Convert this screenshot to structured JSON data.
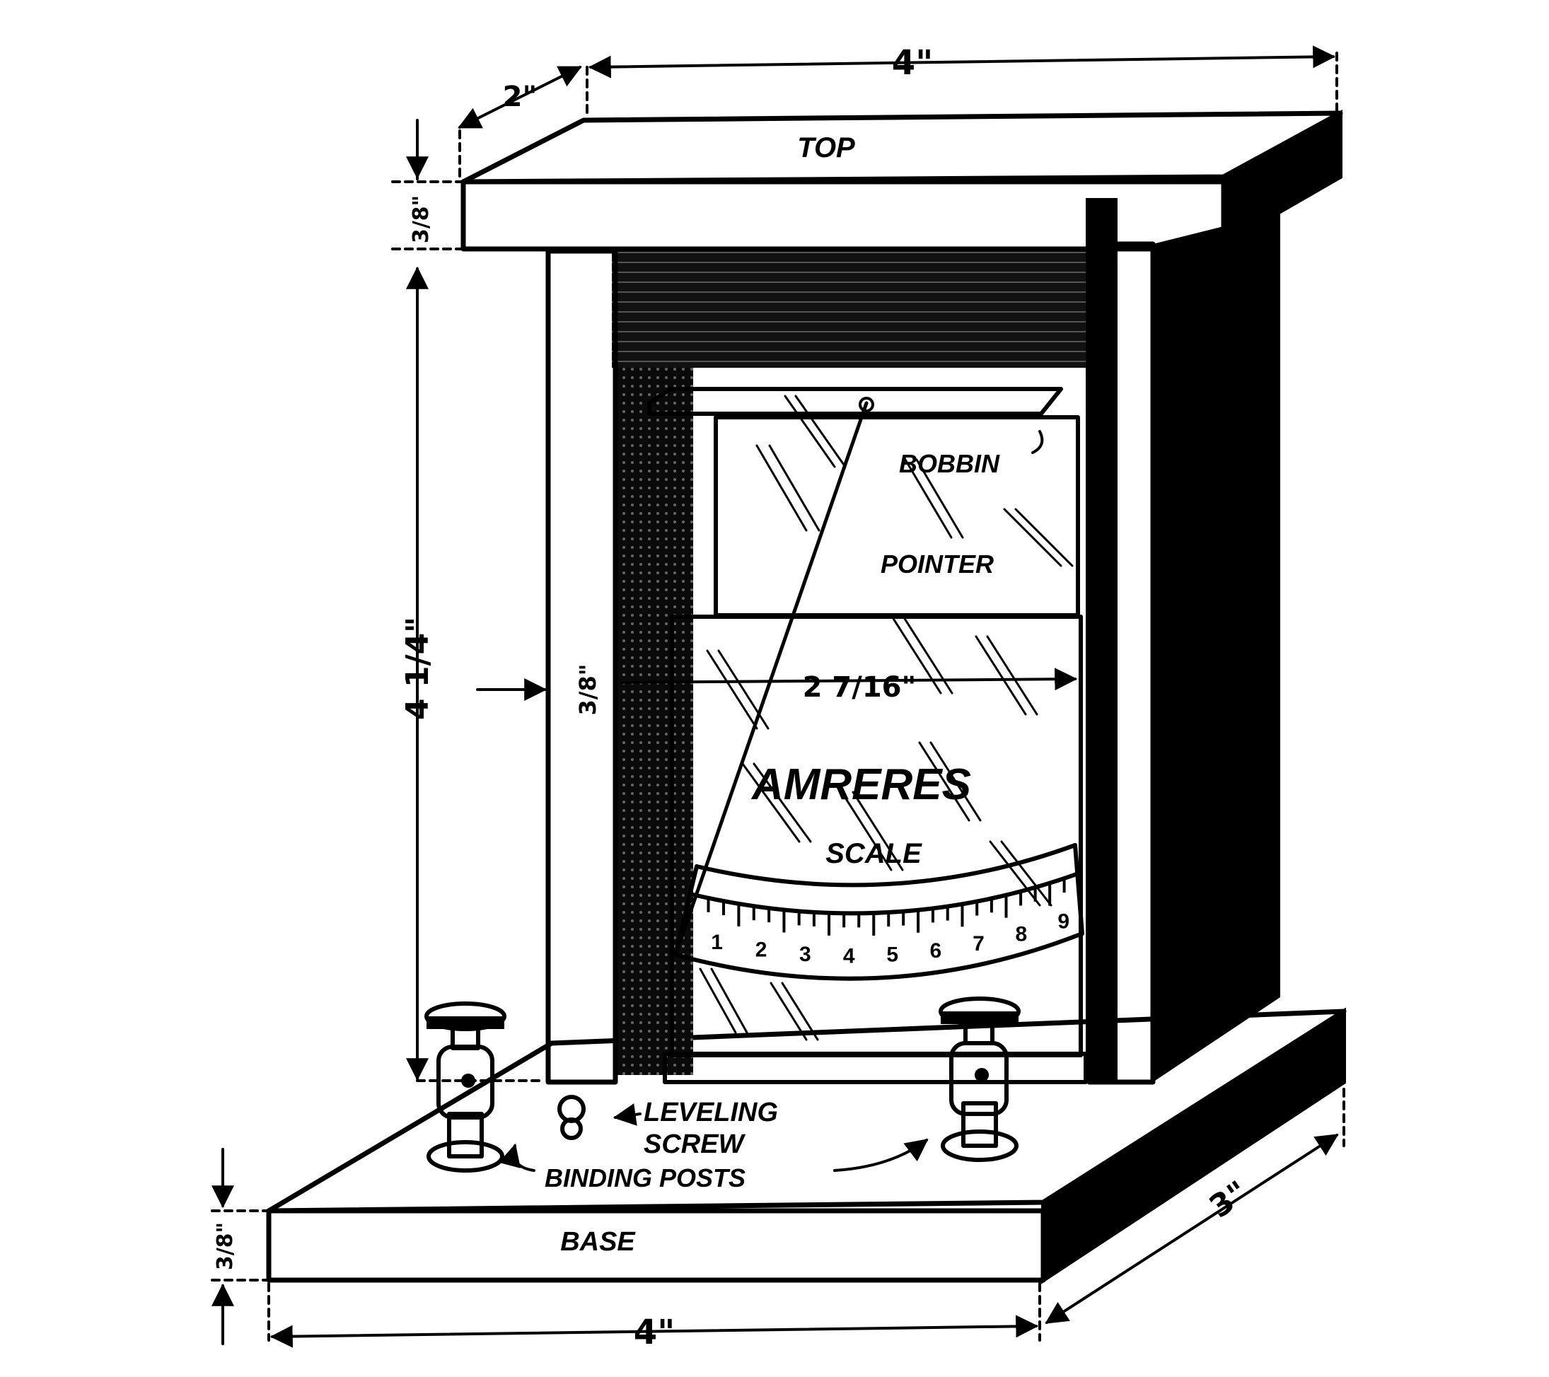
{
  "labels": {
    "top": "TOP",
    "bobbin": "BOBBIN",
    "pointer": "POINTER",
    "amperes": "AMRERES",
    "scale": "SCALE",
    "leveling_line1": "LEVELING",
    "leveling_line2": "SCREW",
    "binding_posts": "BINDING POSTS",
    "base": "BASE"
  },
  "dimensions": {
    "top_width": "4\"",
    "top_depth": "2\"",
    "top_thickness": "3/8\"",
    "height": "4 1/4\"",
    "side_thickness": "3/8\"",
    "inner_width": "2 7/16\"",
    "base_thickness": "3/8\"",
    "base_width": "4\"",
    "base_depth": "3\""
  },
  "scale_numbers": [
    "1",
    "2",
    "3",
    "4",
    "5",
    "6",
    "7",
    "8",
    "9"
  ],
  "colors": {
    "ink": "#000000",
    "paper": "#ffffff"
  }
}
